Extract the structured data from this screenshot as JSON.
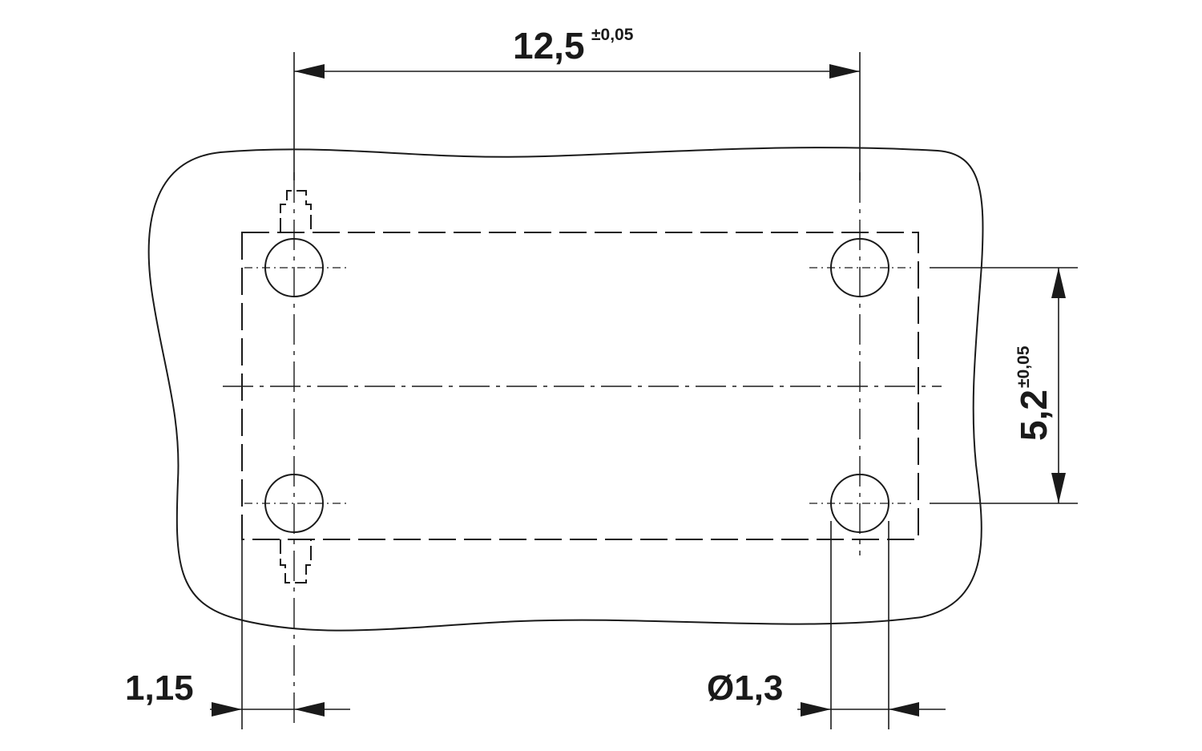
{
  "dimensions": {
    "pitch_horizontal": {
      "value": "12,5",
      "tolerance": "±0,05"
    },
    "pitch_vertical": {
      "value": "5,2",
      "tolerance": "±0,05"
    },
    "edge_offset": {
      "value": "1,15"
    },
    "hole_diameter": {
      "value": "Ø1,3"
    }
  }
}
